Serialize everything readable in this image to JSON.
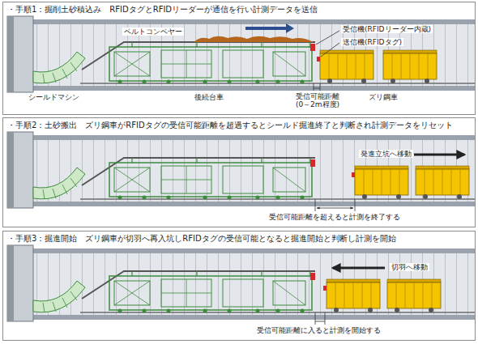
{
  "diagram": {
    "nodes": [
      {
        "text": [
          "・手順1：掘削土砂積込み　RFIDタグとRFIDリーダーが通信を行い計測データを送信"
        ]
      },
      {
        "text": [
          "・手順2：土砂搬出　ズリ鋼車がRFIDタグの受信可能距離を超過するとシールド掘進終了と判断され計測データをリセット"
        ]
      },
      {
        "text": [
          "・手順3：掘進開始　ズリ鋼車が切羽へ再入坑しRFIDタグの受信可能となると掘進開始と判断し計測を開始"
        ]
      }
    ],
    "labels": [
      "ベルトコンベヤー",
      "受信機(RFIDリーダー内蔵)",
      "送信機(RFIDタグ)",
      "シールドマシン",
      "後続台車",
      "ズリ鋼車",
      "受信可能距離 (0～2m程度)",
      "発進立坑へ移動",
      "受信可能距離を超えると計測を終了する",
      "切羽へ移動",
      "受信可能距離に入ると計測を開始する"
    ]
  }
}
